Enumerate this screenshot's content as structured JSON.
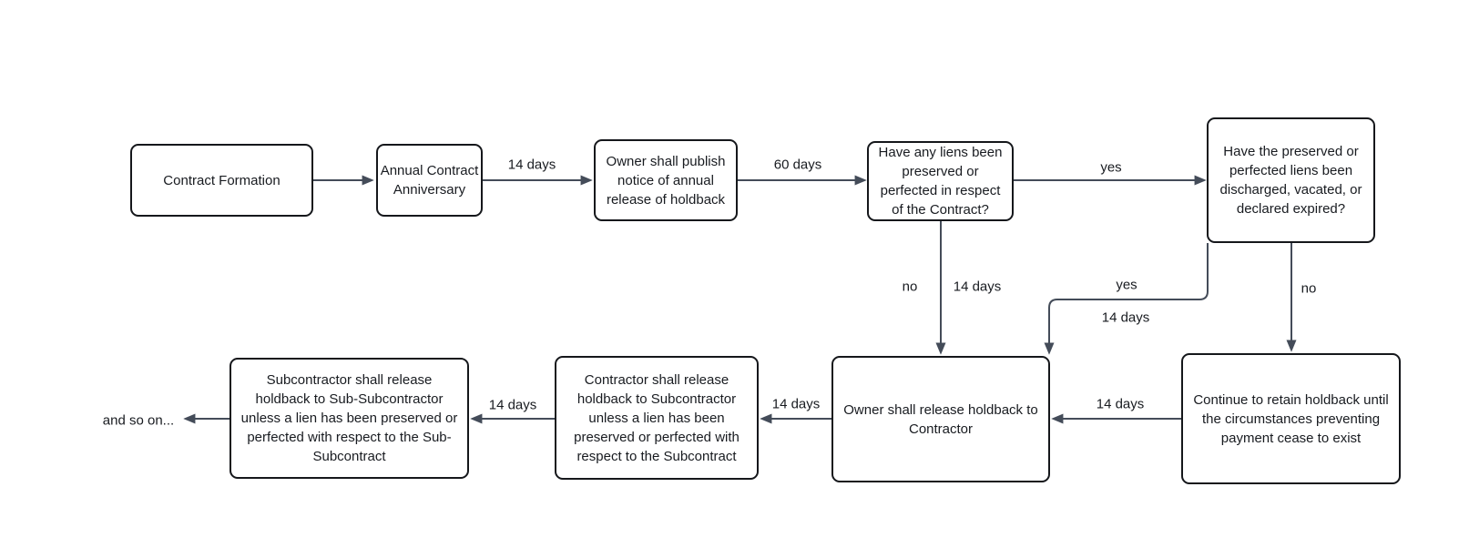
{
  "diagram": {
    "type": "flowchart",
    "colors": {
      "background": "#ffffff",
      "node_fill": "#ffffff",
      "node_border": "#15171b",
      "edge": "#444c59",
      "text": "#181b20"
    },
    "nodes": {
      "contract_formation": {
        "label": "Contract Formation"
      },
      "annual_contract_anniversary": {
        "label": "Annual Contract Anniversary"
      },
      "owner_publish_notice": {
        "label": "Owner shall publish notice of annual release of holdback"
      },
      "liens_preserved_question": {
        "label": "Have any liens been preserved or perfected in respect of the Contract?"
      },
      "liens_discharged_question": {
        "label": "Have the preserved or perfected liens been discharged, vacated, or declared expired?"
      },
      "continue_retain_holdback": {
        "label": "Continue to retain holdback until the circumstances preventing payment cease to exist"
      },
      "owner_release_holdback": {
        "label": "Owner shall release holdback to Contractor"
      },
      "contractor_release_holdback": {
        "label": "Contractor shall release holdback to Subcontractor unless a lien has been preserved or perfected with respect to the Subcontract"
      },
      "subcontractor_release_holdback": {
        "label": "Subcontractor shall release holdback to Sub-Subcontractor unless a lien has been preserved or perfected with respect to the Sub-Subcontract"
      }
    },
    "edges": {
      "formation_to_anniversary": {
        "from": "contract_formation",
        "to": "annual_contract_anniversary",
        "label": ""
      },
      "anniversary_to_publish": {
        "from": "annual_contract_anniversary",
        "to": "owner_publish_notice",
        "label": "14 days"
      },
      "publish_to_liens_question": {
        "from": "owner_publish_notice",
        "to": "liens_preserved_question",
        "label": "60 days"
      },
      "liens_question_yes": {
        "from": "liens_preserved_question",
        "to": "liens_discharged_question",
        "label": "yes"
      },
      "liens_question_no": {
        "from": "liens_preserved_question",
        "to": "owner_release_holdback",
        "label": "no",
        "duration": "14 days"
      },
      "discharged_yes": {
        "from": "liens_discharged_question",
        "to": "owner_release_holdback",
        "label": "yes",
        "duration": "14 days"
      },
      "discharged_no": {
        "from": "liens_discharged_question",
        "to": "continue_retain_holdback",
        "label": "no"
      },
      "continue_to_owner": {
        "from": "continue_retain_holdback",
        "to": "owner_release_holdback",
        "label": "14 days"
      },
      "owner_to_contractor": {
        "from": "owner_release_holdback",
        "to": "contractor_release_holdback",
        "label": "14 days"
      },
      "contractor_to_subcontractor": {
        "from": "contractor_release_holdback",
        "to": "subcontractor_release_holdback",
        "label": "14 days"
      },
      "subcontractor_to_and_so_on": {
        "from": "subcontractor_release_holdback",
        "to": "and_so_on",
        "label": ""
      }
    },
    "annotations": {
      "and_so_on": "and so on..."
    }
  }
}
